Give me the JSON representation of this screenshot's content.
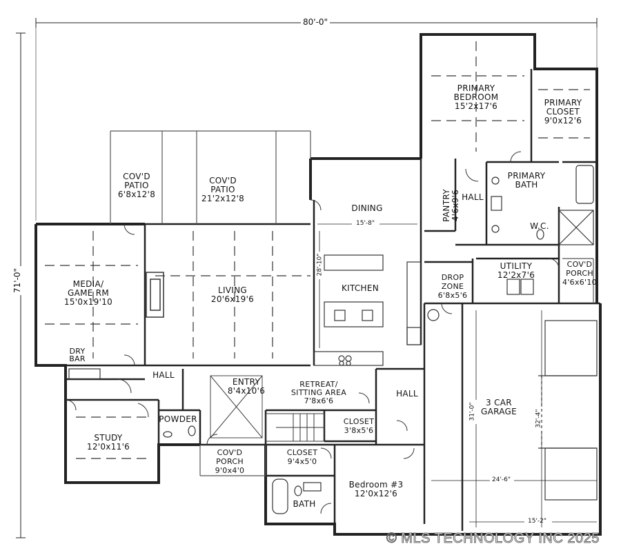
{
  "overall": {
    "width": "80'-0\"",
    "depth": "71'-0\""
  },
  "rooms": {
    "primary_bedroom": {
      "name": [
        "PRIMARY",
        "BEDROOM"
      ],
      "dim": "15'2x17'6"
    },
    "primary_closet": {
      "name": [
        "PRIMARY",
        "CLOSET"
      ],
      "dim": "9'0x12'6"
    },
    "primary_bath": {
      "name": [
        "PRIMARY",
        "BATH"
      ]
    },
    "wc": {
      "name": "W.C."
    },
    "hall_top": {
      "name": "HALL"
    },
    "pantry": {
      "name": "PANTRY",
      "dim": "4'6x9'6"
    },
    "dining": {
      "name": "DINING"
    },
    "kitchen": {
      "name": "KITCHEN"
    },
    "patio_small": {
      "name": [
        "COV'D",
        "PATIO"
      ],
      "dim": "6'8x12'8"
    },
    "patio_large": {
      "name": [
        "COV'D",
        "PATIO"
      ],
      "dim": "21'2x12'8"
    },
    "media": {
      "name": [
        "MEDIA/",
        "GAME RM"
      ],
      "dim": "15'0x19'10"
    },
    "living": {
      "name": "LIVING",
      "dim": "20'6x19'6"
    },
    "dry_bar": {
      "name": [
        "DRY",
        "BAR"
      ]
    },
    "drop_zone": {
      "name": [
        "DROP",
        "ZONE"
      ],
      "dim": "6'8x5'6"
    },
    "utility": {
      "name": "UTILITY",
      "dim": "12'2x7'6"
    },
    "porch_right": {
      "name": [
        "COV'D",
        "PORCH"
      ],
      "dim": "4'6x6'10"
    },
    "hall_left": {
      "name": "HALL"
    },
    "entry": {
      "name": "ENTRY",
      "dim": "8'4x10'6"
    },
    "retreat": {
      "name": [
        "RETREAT/",
        "SITTING AREA"
      ],
      "dim": "7'8x6'6"
    },
    "hall_right": {
      "name": "HALL"
    },
    "garage": {
      "name": [
        "3 CAR",
        "GARAGE"
      ]
    },
    "study": {
      "name": "STUDY",
      "dim": "12'0x11'6"
    },
    "powder": {
      "name": "POWDER"
    },
    "closet_center": {
      "name": "CLOSET",
      "dim": "3'8x5'6"
    },
    "porch_front": {
      "name": [
        "COV'D",
        "PORCH"
      ],
      "dim": "9'0x4'0"
    },
    "closet_bed": {
      "name": "CLOSET",
      "dim": "9'4x5'0"
    },
    "bedroom3": {
      "name": "Bedroom #3",
      "dim": "12'0x12'6"
    },
    "bath": {
      "name": "BATH"
    }
  },
  "dimensions": {
    "dining_width": "15'-8\"",
    "kitchen_depth": "28'-10\"",
    "garage_depth": "31'-0\"",
    "garage_depth_right": "32'-4\"",
    "garage_width": "24'-6\"",
    "garage_front": "15'-2\""
  },
  "copyright": "© MLS TECHNOLOGY INC 2025"
}
